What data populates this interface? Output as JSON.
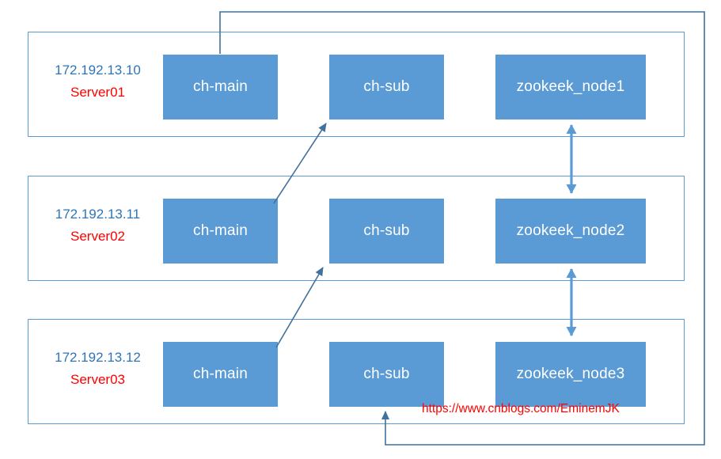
{
  "colors": {
    "box_fill": "#5B9BD5",
    "box_text": "#FFFFFF",
    "container_border": "#5B9BD5",
    "ip_text": "#2E75B6",
    "server_name": "#FF0000",
    "arrow_dark": "#41719C",
    "arrow_light": "#5B9BD5",
    "link_text": "#FF0000"
  },
  "servers": [
    {
      "ip": "172.192.13.10",
      "name": "Server01",
      "nodes": {
        "main": "ch-main",
        "sub": "ch-sub",
        "zk": "zookeek_node1"
      }
    },
    {
      "ip": "172.192.13.11",
      "name": "Server02",
      "nodes": {
        "main": "ch-main",
        "sub": "ch-sub",
        "zk": "zookeek_node2"
      }
    },
    {
      "ip": "172.192.13.12",
      "name": "Server03",
      "nodes": {
        "main": "ch-main",
        "sub": "ch-sub",
        "zk": "zookeek_node3"
      }
    }
  ],
  "footer": {
    "link": "https://www.cnblogs.com/EminemJK"
  }
}
